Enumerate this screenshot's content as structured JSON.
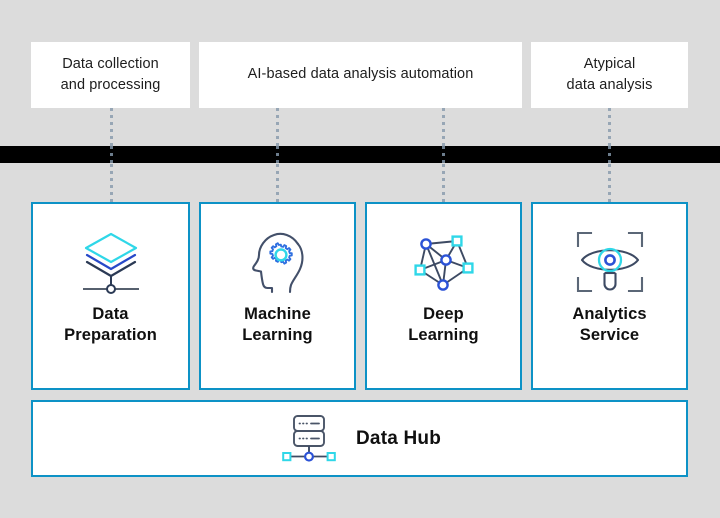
{
  "page": {
    "background_color": "#dcdcdc",
    "accent_color": "#0d92c6",
    "divider_color": "#000000",
    "connector_color": "#97a6b5"
  },
  "capability_boxes": [
    {
      "label": "Data collection\nand processing"
    },
    {
      "label": "AI-based data analysis automation"
    },
    {
      "label": "Atypical\ndata analysis"
    }
  ],
  "modules": [
    {
      "title": "Data\nPreparation",
      "icon": "layers-stack-icon"
    },
    {
      "title": "Machine\nLearning",
      "icon": "head-gear-icon"
    },
    {
      "title": "Deep\nLearning",
      "icon": "neural-network-icon"
    },
    {
      "title": "Analytics\nService",
      "icon": "eye-magnifier-icon"
    }
  ],
  "data_hub": {
    "title": "Data Hub",
    "icon": "server-stack-icon"
  }
}
